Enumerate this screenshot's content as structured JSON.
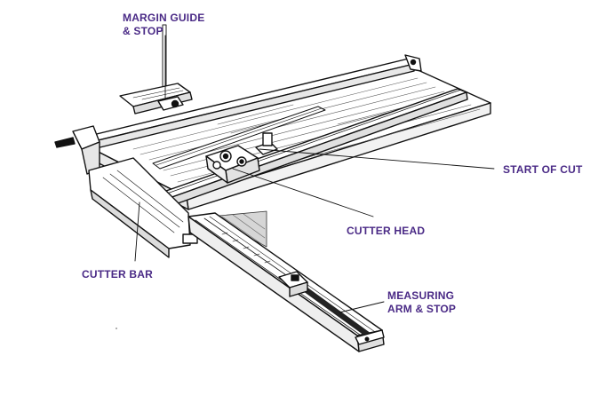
{
  "colors": {
    "label": "#4a2a86",
    "ink": "#111111",
    "paper": "#ffffff",
    "shade": "#e6e6e6"
  },
  "labels": {
    "margin_guide": {
      "line1": "MARGIN GUIDE",
      "line2": "& STOP"
    },
    "start_of_cut": {
      "line1": "START OF CUT"
    },
    "cutter_head": {
      "line1": "CUTTER HEAD"
    },
    "cutter_bar": {
      "line1": "CUTTER BAR"
    },
    "measuring_arm": {
      "line1": "MEASURING",
      "line2": "ARM & STOP"
    }
  }
}
